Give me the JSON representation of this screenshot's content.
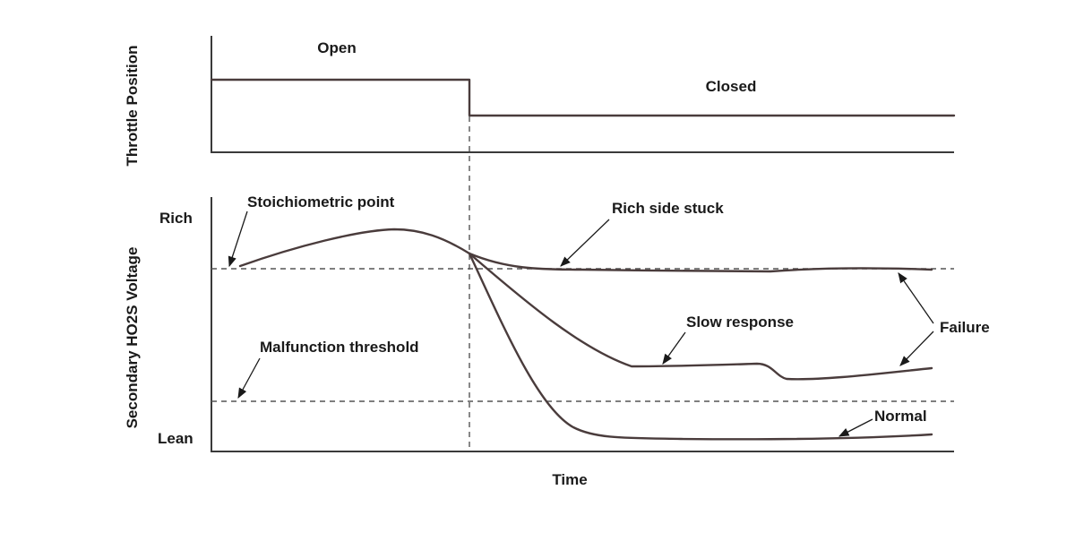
{
  "throttle_panel": {
    "axis_label": "Throttle Position",
    "open_label": "Open",
    "closed_label": "Closed"
  },
  "voltage_panel": {
    "axis_label": "Secondary HO2S Voltage",
    "rich_label": "Rich",
    "lean_label": "Lean",
    "x_axis_label": "Time"
  },
  "annotations": {
    "stoichiometric_point": "Stoichiometric point",
    "malfunction_threshold": "Malfunction threshold",
    "rich_side_stuck": "Rich side stuck",
    "slow_response": "Slow response",
    "failure": "Failure",
    "normal": "Normal"
  },
  "colors": {
    "curve": "#4a3c3c",
    "axis": "#3a3a3a",
    "text": "#1a1a1a"
  }
}
